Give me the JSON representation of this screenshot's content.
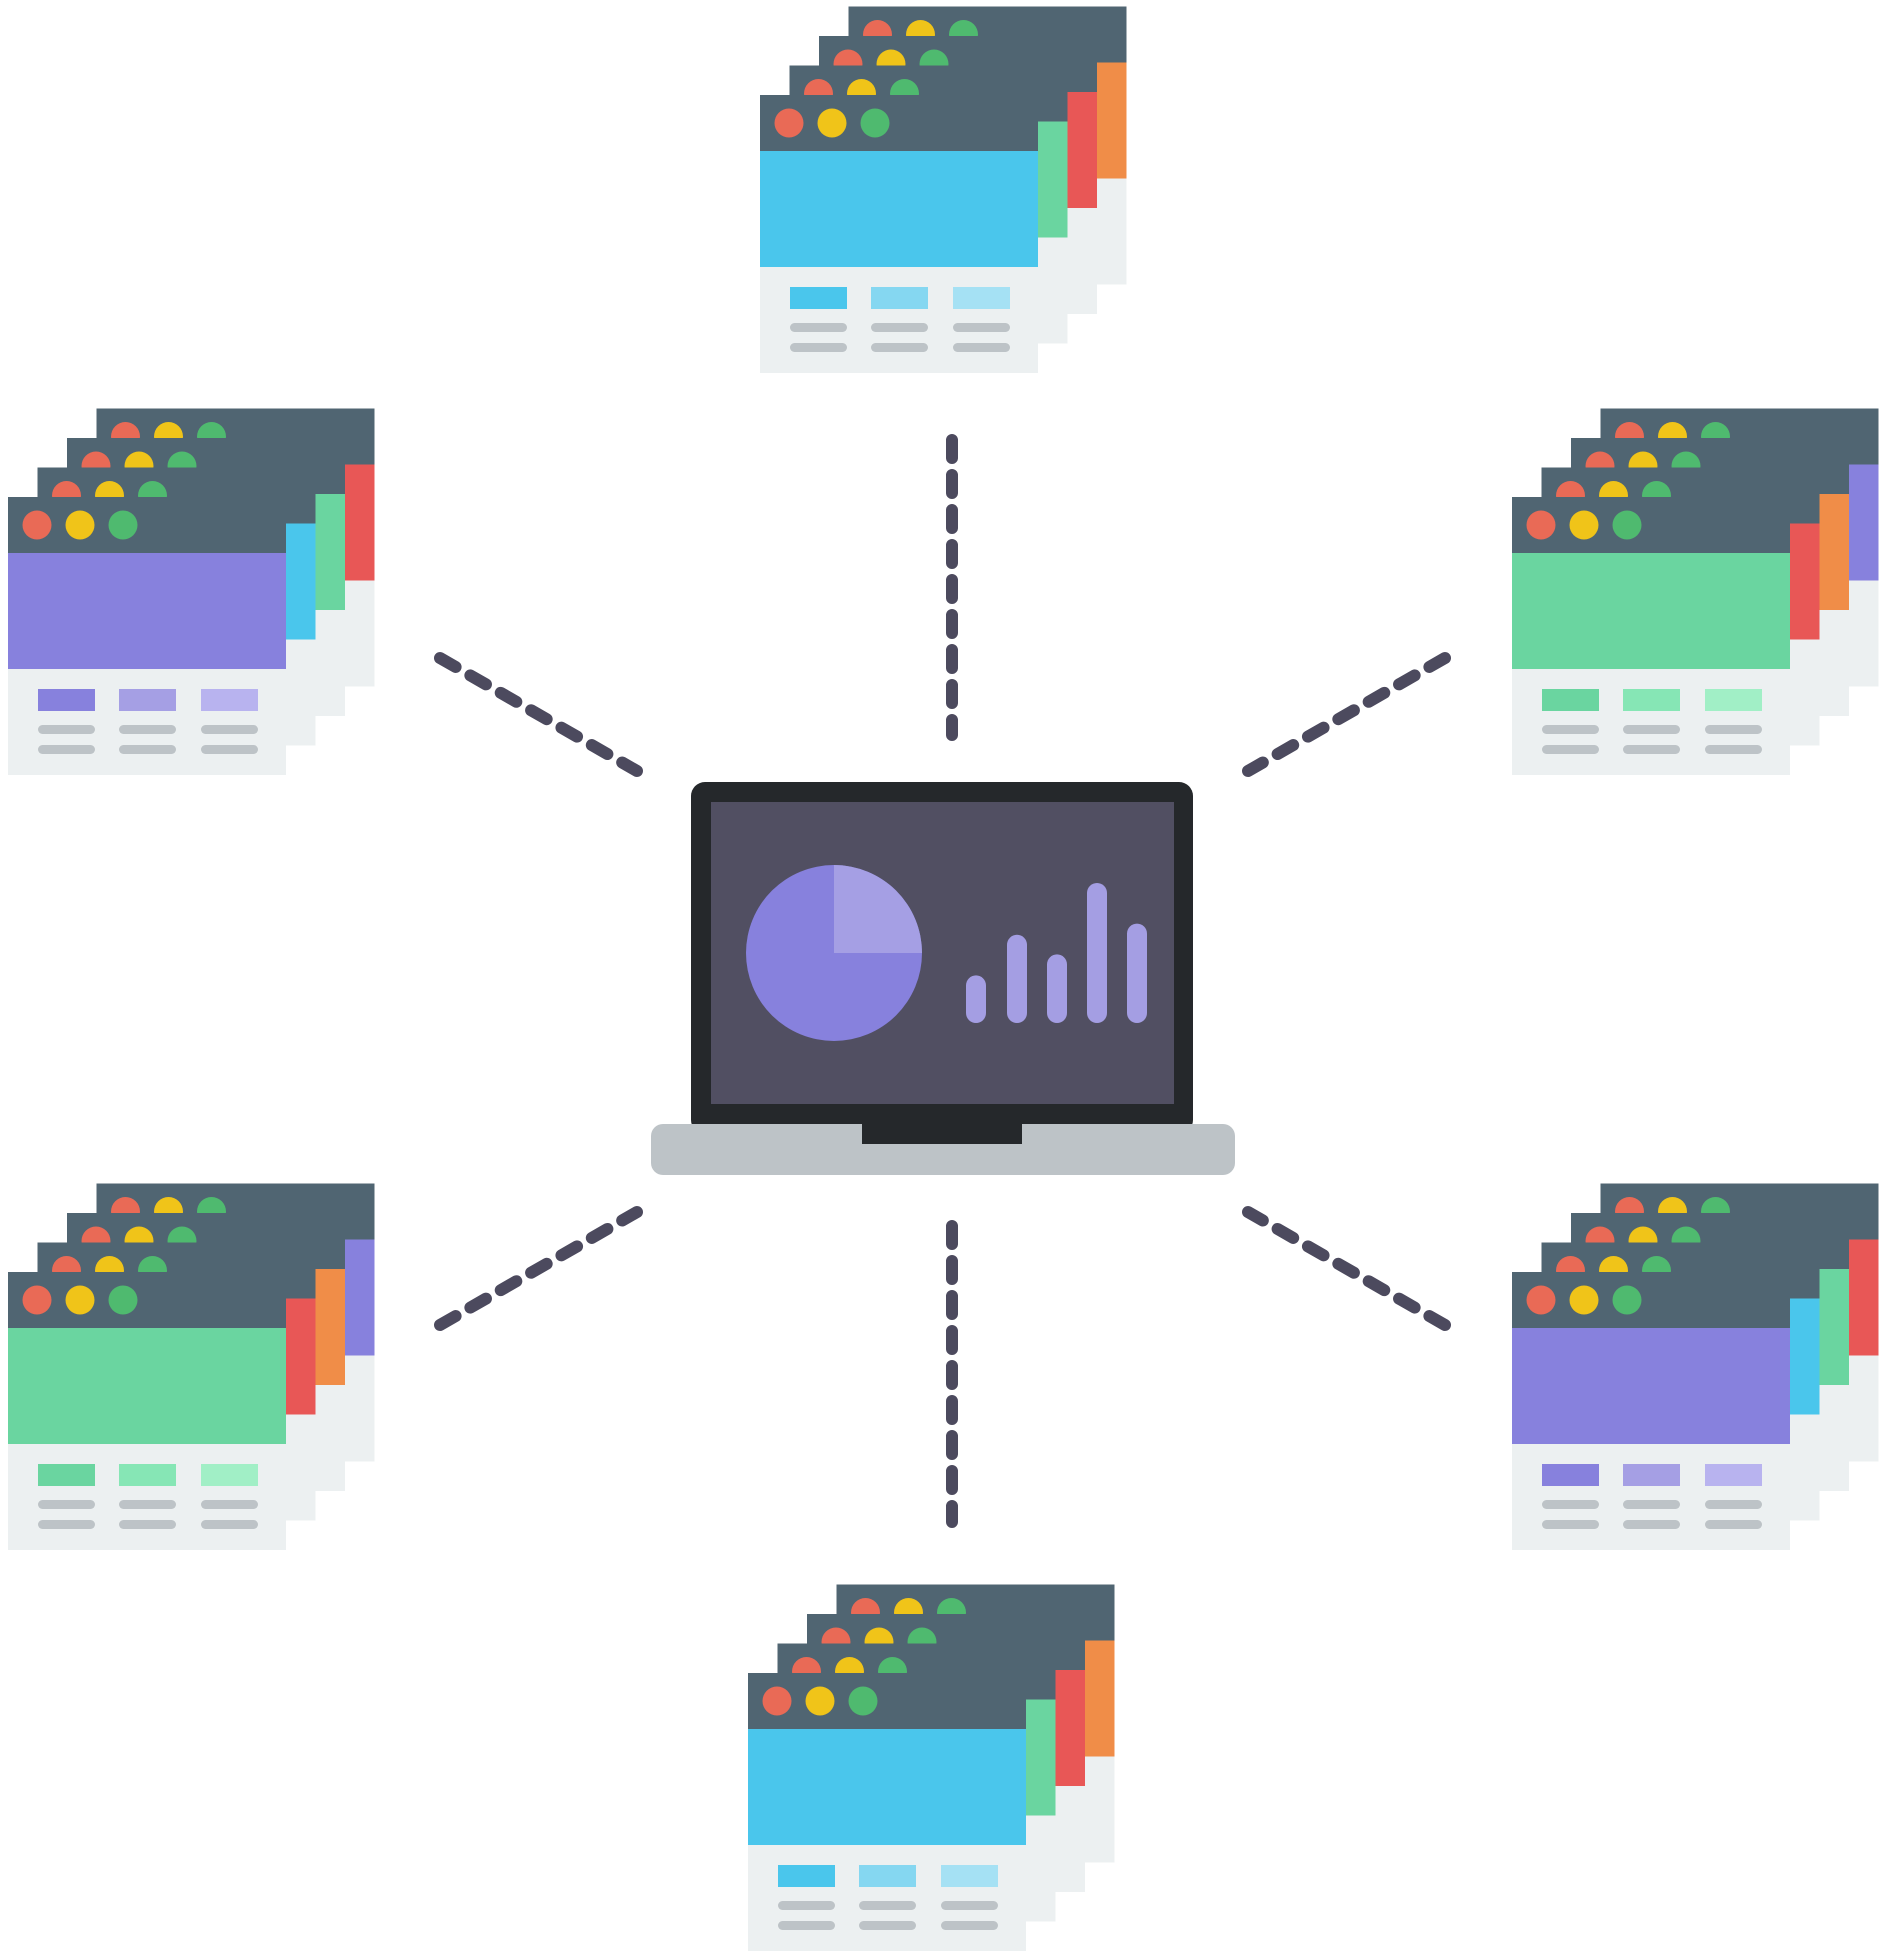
{
  "colors": {
    "background": "#ffffff",
    "titlebar": "#506572",
    "dot_red": "#e96a56",
    "dot_yellow": "#f0c419",
    "dot_green": "#4fba6f",
    "footer": "#ecf0f1",
    "footer_line": "#bdc3c7",
    "connector": "#4c4a5e",
    "laptop_bezel": "#25282b",
    "laptop_screen": "#514f62",
    "laptop_base": "#bdc3c7",
    "pie_main": "#8781dd",
    "pie_slice": "#a59fe4",
    "bars": "#a49ee3"
  },
  "palettes": {
    "blue": [
      "#4ac6ec",
      "#85d7f1",
      "#a5e1f4"
    ],
    "purple": [
      "#8781dd",
      "#a59fe4",
      "#b8b3ef"
    ],
    "green": [
      "#6ad5a0",
      "#86e6b5",
      "#a1efc6"
    ],
    "orange": "#f08d48",
    "red": "#e85756",
    "green_side": "#6ad5a0",
    "blue_side": "#4ac6ec",
    "purple_side": "#8781dd"
  },
  "window_stacks": [
    {
      "name": "window-stack-top",
      "front": "blue",
      "back": [
        "blue_side",
        "green_side",
        "red",
        "orange"
      ]
    },
    {
      "name": "window-stack-upper-left",
      "front": "purple",
      "back": [
        "purple_side",
        "blue_side",
        "green_side",
        "red"
      ]
    },
    {
      "name": "window-stack-upper-right",
      "front": "green",
      "back": [
        "green_side",
        "red",
        "orange",
        "purple_side"
      ]
    },
    {
      "name": "window-stack-lower-left",
      "front": "green",
      "back": [
        "green_side",
        "red",
        "orange",
        "purple_side"
      ]
    },
    {
      "name": "window-stack-lower-right",
      "front": "purple",
      "back": [
        "purple_side",
        "blue_side",
        "green_side",
        "red"
      ]
    },
    {
      "name": "window-stack-bottom",
      "front": "blue",
      "back": [
        "blue_side",
        "green_side",
        "red",
        "orange"
      ]
    }
  ],
  "laptop_chart": {
    "pie_slice_fraction": 0.25,
    "bar_levels": [
      0.34,
      0.63,
      0.49,
      1.0,
      0.71
    ]
  }
}
